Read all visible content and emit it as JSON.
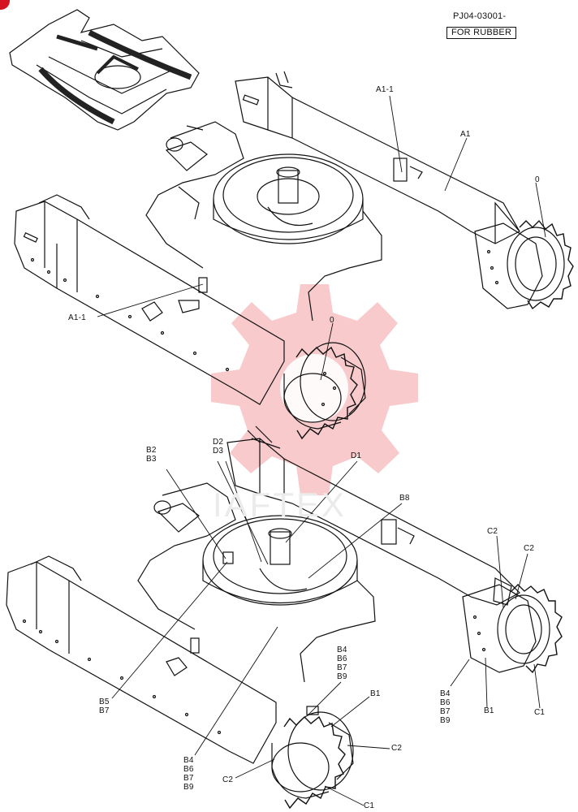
{
  "header": {
    "doc_code": "PJ04-03001-",
    "variant": "FOR RUBBER"
  },
  "watermark": {
    "text": "IAFTEX",
    "color": "#f2a8ab"
  },
  "colors": {
    "ink": "#111111",
    "watermark": "#f6b8bb",
    "corner_mark": "#d4151f"
  },
  "callouts": {
    "top": {
      "a1_1_right": "A1-1",
      "a1": "A1",
      "zero_right": "0",
      "a1_1_left": "A1-1",
      "zero_front": "0"
    },
    "bottom": {
      "b2_b3": [
        "B2",
        "B3"
      ],
      "d2_d3": [
        "D2",
        "D3"
      ],
      "d1": "D1",
      "b8": "B8",
      "c2_right_a": "C2",
      "c2_right_b": "C2",
      "b5_b7": [
        "B5",
        "B7"
      ],
      "b4_group_center": [
        "B4",
        "B6",
        "B7",
        "B9"
      ],
      "b4_group_left": [
        "B4",
        "B6",
        "B7",
        "B9"
      ],
      "b4_group_right": [
        "B4",
        "B6",
        "B7",
        "B9"
      ],
      "b1_front": "B1",
      "b1_right": "B1",
      "c1_right": "C1",
      "c2_front_right": "C2",
      "c2_front_left": "C2",
      "c1_front": "C1"
    }
  }
}
